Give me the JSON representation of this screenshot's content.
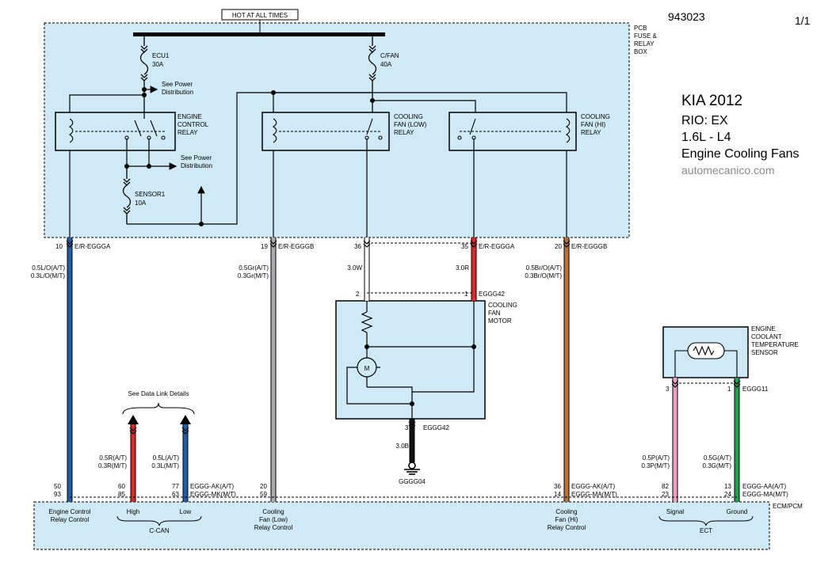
{
  "header": {
    "doc_number": "943023",
    "page": "1/1",
    "hot_label": "HOT AT ALL TIMES"
  },
  "title_block": {
    "make_year": "KIA 2012",
    "model": "RIO: EX",
    "engine": "1.6L - L4",
    "system": "Engine Cooling Fans",
    "watermark": "automecanico.com"
  },
  "pcb_box": {
    "label_lines": [
      "PCB",
      "FUSE &",
      "RELAY",
      "BOX"
    ]
  },
  "fuses": {
    "ecu1": {
      "name": "ECU1",
      "rating": "30A"
    },
    "cfan": {
      "name": "C/FAN",
      "rating": "40A"
    },
    "sensor1": {
      "name": "SENSOR1",
      "rating": "10A"
    }
  },
  "notes": {
    "see_power_1": [
      "See Power",
      "Distribution"
    ],
    "see_power_2": [
      "See Power",
      "Distribution"
    ],
    "data_link": "See Data Link Details"
  },
  "relays": {
    "ecr": [
      "ENGINE",
      "CONTROL",
      "RELAY"
    ],
    "cfl": [
      "COOLING",
      "FAN (LOW)",
      "RELAY"
    ],
    "cfh": [
      "COOLING",
      "FAN (HI)",
      "RELAY"
    ]
  },
  "motor": {
    "label": [
      "COOLING",
      "FAN",
      "MOTOR"
    ],
    "connector": "EGGG42",
    "pin_left": "2",
    "pin_right": "1",
    "symbol": "M",
    "ground_pin": "3",
    "ground_connector": "EGGG42",
    "ground_wire": "3.0B",
    "ground_point": "GGGG04"
  },
  "ect_sensor": {
    "label": [
      "ENGINE",
      "COOLANT",
      "TEMPERATURE",
      "SENSOR"
    ],
    "connector": "EGGG11",
    "pin_left": "3",
    "pin_right": "1"
  },
  "wires": {
    "w10": {
      "pin": "10",
      "connector": "E/R-EGGGA",
      "spec": [
        "0.5L/O(A/T)",
        "0.3L/O(M/T)"
      ],
      "color": "#1f5faa"
    },
    "w19": {
      "pin": "19",
      "connector": "E/R-EGGGB",
      "spec": [
        "0.5Gr(A/T)",
        "0.3Gr(M/T)"
      ],
      "color": "#a9a9b0"
    },
    "w36": {
      "pin": "36",
      "spec": "3.0W",
      "color": "#ffffff"
    },
    "w35": {
      "pin": "35",
      "connector": "E/R-EGGGA",
      "spec": "3.0R",
      "color": "#e52629"
    },
    "w20": {
      "pin": "20",
      "connector": "E/R-EGGGB",
      "spec": [
        "0.5Br/O(A/T)",
        "0.3Br/O(M/T)"
      ],
      "color": "#b8723a"
    },
    "can_high": {
      "spec": [
        "0.5R(A/T)",
        "0.3R(M/T)"
      ],
      "color": "#e52629"
    },
    "can_low": {
      "spec": [
        "0.5L(A/T)",
        "0.3L(M/T)"
      ],
      "color": "#1f5faa"
    },
    "ect_signal": {
      "spec": [
        "0.5P(A/T)",
        "0.3P(M/T)"
      ],
      "color": "#ef9fc9"
    },
    "ect_ground": {
      "spec": [
        "0.5G(A/T)",
        "0.3G(M/T)"
      ],
      "color": "#1aa34a"
    },
    "ground": {
      "color": "#111111"
    }
  },
  "ecm": {
    "label": "ECM/PCM",
    "pins": {
      "ecr": [
        "50",
        "93"
      ],
      "can_high": [
        "60",
        "85"
      ],
      "can_low": [
        "77",
        "63"
      ],
      "can_conn": [
        "EGGG-AK(A/T)",
        "EGGG-MK(M/T)"
      ],
      "cfl": [
        "20",
        "59"
      ],
      "cfh": [
        "36",
        "14"
      ],
      "cfh_conn": [
        "EGGG-AK(A/T)",
        "EGGG-MA(M/T)"
      ],
      "sig": [
        "82",
        "23"
      ],
      "gnd": [
        "13",
        "24"
      ],
      "ect_conn": [
        "EGGG-AA(A/T)",
        "EGGG-MA(M/T)"
      ]
    },
    "functions": {
      "ecr": [
        "Engine Control",
        "Relay Control"
      ],
      "can_high": "High",
      "can_low": "Low",
      "can_group": "C-CAN",
      "cfl": [
        "Cooling",
        "Fan (Low)",
        "Relay Control"
      ],
      "cfh": [
        "Cooling",
        "Fan (Hi)",
        "Relay Control"
      ],
      "signal": "Signal",
      "ground": "Ground",
      "ect_group": "ECT"
    }
  }
}
